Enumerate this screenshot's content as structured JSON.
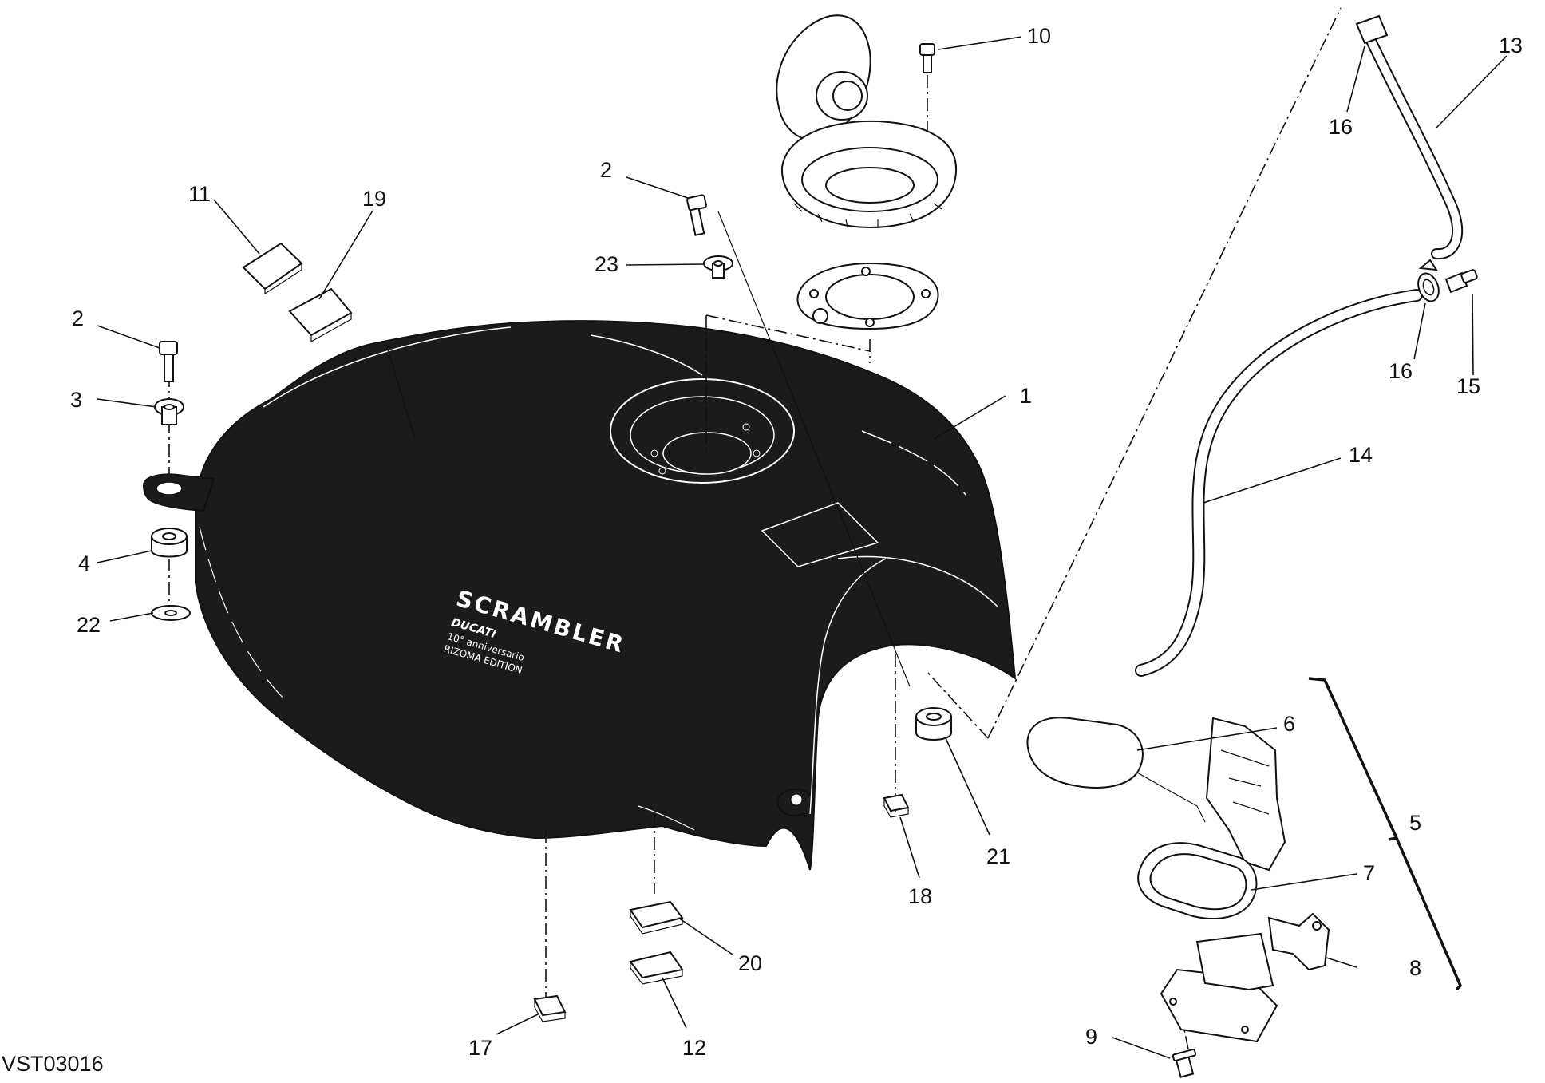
{
  "diagram_code": "VST03016",
  "tank_branding": {
    "model": "SCRAMBLER",
    "brand": "DUCATI",
    "line1": "10° anniversario",
    "line2": "RIZOMA EDITION"
  },
  "callouts": {
    "c1": "1",
    "c2a": "2",
    "c2b": "2",
    "c3": "3",
    "c4": "4",
    "c5": "5",
    "c6": "6",
    "c7": "7",
    "c8": "8",
    "c9": "9",
    "c10": "10",
    "c11": "11",
    "c12": "12",
    "c13": "13",
    "c14": "14",
    "c15": "15",
    "c16a": "16",
    "c16b": "16",
    "c17": "17",
    "c18": "18",
    "c19": "19",
    "c20": "20",
    "c21": "21",
    "c22": "22",
    "c23": "23"
  }
}
